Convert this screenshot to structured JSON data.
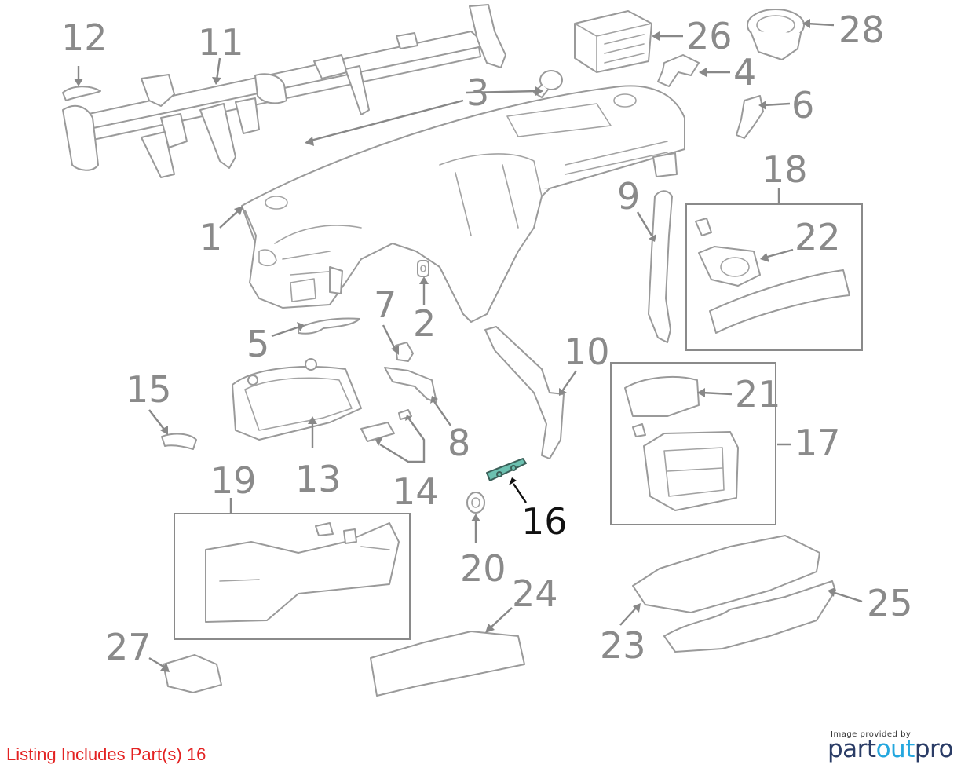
{
  "diagram": {
    "callouts": [
      {
        "id": "12",
        "highlight": false
      },
      {
        "id": "11",
        "highlight": false
      },
      {
        "id": "26",
        "highlight": false
      },
      {
        "id": "28",
        "highlight": false
      },
      {
        "id": "3",
        "highlight": false
      },
      {
        "id": "4",
        "highlight": false
      },
      {
        "id": "6",
        "highlight": false
      },
      {
        "id": "18",
        "highlight": false
      },
      {
        "id": "9",
        "highlight": false
      },
      {
        "id": "22",
        "highlight": false
      },
      {
        "id": "1",
        "highlight": false
      },
      {
        "id": "2",
        "highlight": false
      },
      {
        "id": "7",
        "highlight": false
      },
      {
        "id": "5",
        "highlight": false
      },
      {
        "id": "10",
        "highlight": false
      },
      {
        "id": "15",
        "highlight": false
      },
      {
        "id": "21",
        "highlight": false
      },
      {
        "id": "8",
        "highlight": false
      },
      {
        "id": "17",
        "highlight": false
      },
      {
        "id": "13",
        "highlight": false
      },
      {
        "id": "14",
        "highlight": false
      },
      {
        "id": "16",
        "highlight": true
      },
      {
        "id": "19",
        "highlight": false
      },
      {
        "id": "20",
        "highlight": false
      },
      {
        "id": "24",
        "highlight": false
      },
      {
        "id": "25",
        "highlight": false
      },
      {
        "id": "27",
        "highlight": false
      },
      {
        "id": "23",
        "highlight": false
      }
    ],
    "highlight_color": "#6cc0b0",
    "callout_color": "#8a8a8a",
    "highlight_text_color": "#111111"
  },
  "listing": {
    "text": "Listing Includes Part(s) 16",
    "color": "#e32222"
  },
  "credit": {
    "line": "Image provided by",
    "brand_part1": "part",
    "brand_part2": "out",
    "brand_part3": "pro"
  }
}
